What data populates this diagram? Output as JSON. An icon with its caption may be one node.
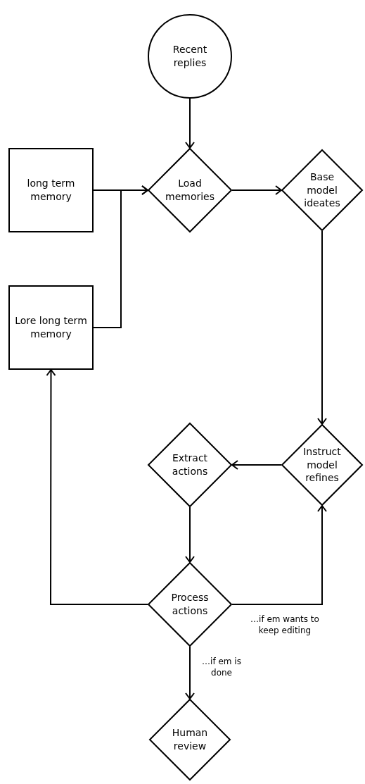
{
  "diagram": {
    "nodes": [
      {
        "text": [
          "Recent replies"
        ]
      },
      {
        "text": [
          "long term memory"
        ]
      },
      {
        "text": [
          "Load memories"
        ]
      },
      {
        "text": [
          "Base model ideates"
        ]
      },
      {
        "text": [
          "Lore long term memory"
        ]
      },
      {
        "text": [
          "Instruct model refines"
        ]
      },
      {
        "text": [
          "Extract actions"
        ]
      },
      {
        "text": [
          "Process actions"
        ]
      },
      {
        "text": [
          "Human review"
        ]
      }
    ],
    "edges": [
      {
        "from": 0,
        "to": 2,
        "arrow": "to"
      },
      {
        "from": 1,
        "to": 2,
        "arrow": "to"
      },
      {
        "from": 4,
        "to": 2,
        "arrow": "to"
      },
      {
        "from": 2,
        "to": 3,
        "arrow": "to"
      },
      {
        "from": 3,
        "to": 5,
        "arrow": "to"
      },
      {
        "from": 5,
        "to": 6,
        "arrow": "to"
      },
      {
        "from": 6,
        "to": 7,
        "arrow": "to"
      },
      {
        "from": 7,
        "to": 4,
        "arrow": "to"
      },
      {
        "from": 7,
        "to": 5,
        "arrow": "to",
        "label": "…if em wants to keep editing"
      },
      {
        "from": 7,
        "to": 8,
        "arrow": "to",
        "label": "…if em is done"
      }
    ]
  }
}
